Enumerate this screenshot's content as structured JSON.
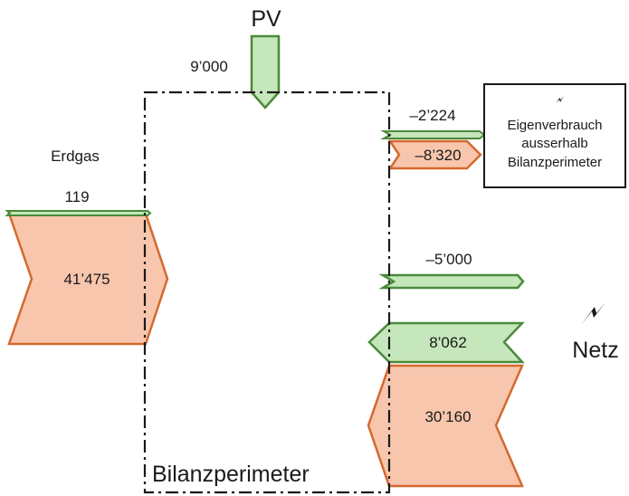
{
  "colors": {
    "green_fill": "#c6e6bb",
    "green_stroke": "#4a8a3a",
    "orange_fill": "#f8c6ad",
    "orange_stroke": "#d5692e",
    "line": "#1a1a1a"
  },
  "icons": [
    "lightning-icon"
  ],
  "pv": {
    "label": "PV",
    "value": "9’000"
  },
  "erdgas": {
    "label": "Erdgas",
    "green_value": "119",
    "orange_value": "41’475"
  },
  "self_consumption": {
    "green_value": "–2’224",
    "orange_value": "–8’320",
    "box_lines": [
      "Eigenverbrauch",
      "ausserhalb",
      "Bilanzperimeter"
    ]
  },
  "netz": {
    "label": "Netz",
    "export_value": "–5’000",
    "import_green_value": "8’062",
    "import_orange_value": "30’160"
  },
  "perimeter": {
    "label": "Bilanzperimeter"
  }
}
